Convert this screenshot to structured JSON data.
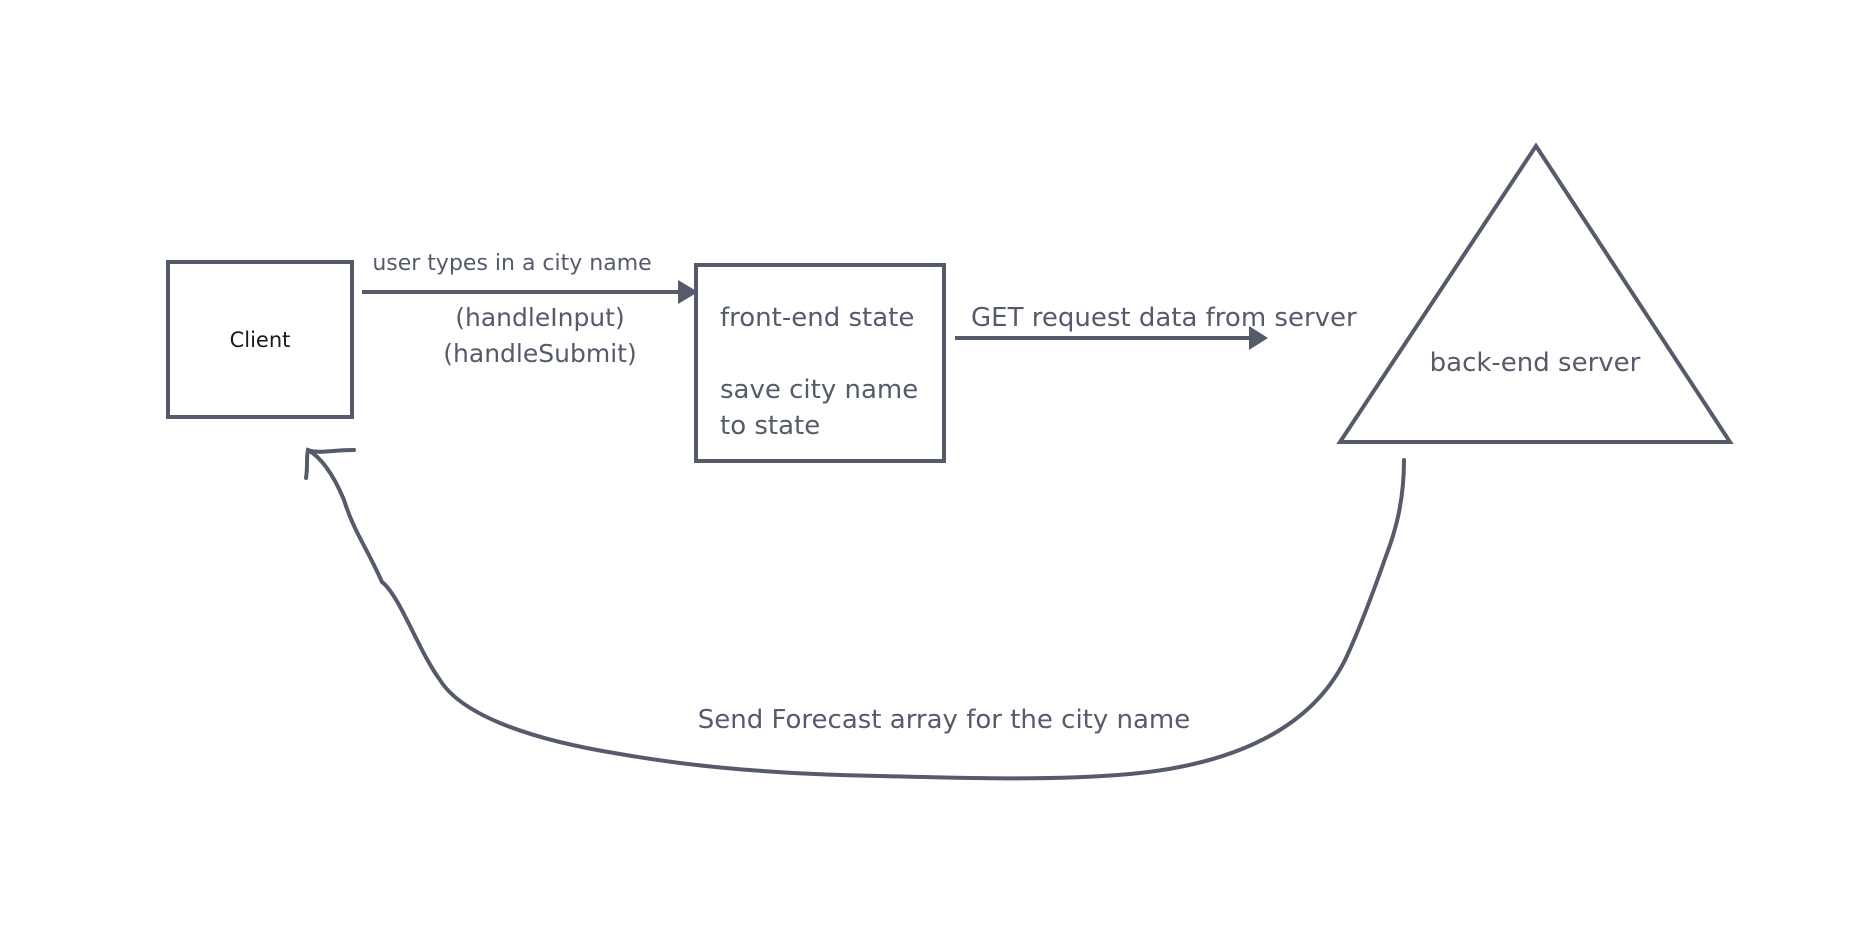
{
  "nodes": {
    "client": {
      "label": "Client"
    },
    "frontend": {
      "line1": "front-end state",
      "line2": "save city name",
      "line3": "to state"
    },
    "backend": {
      "label": "back-end server"
    }
  },
  "edges": {
    "user_input": {
      "label": "user types in a city name",
      "sub1": "(handleInput)",
      "sub2": "(handleSubmit)"
    },
    "get_request": {
      "label": "GET request data from server"
    },
    "response": {
      "label": "Send Forecast array for the city name"
    }
  },
  "colors": {
    "stroke": "#555b6b",
    "text": "#555b6b",
    "client_text": "#1a1a1a",
    "background": "#ffffff"
  }
}
